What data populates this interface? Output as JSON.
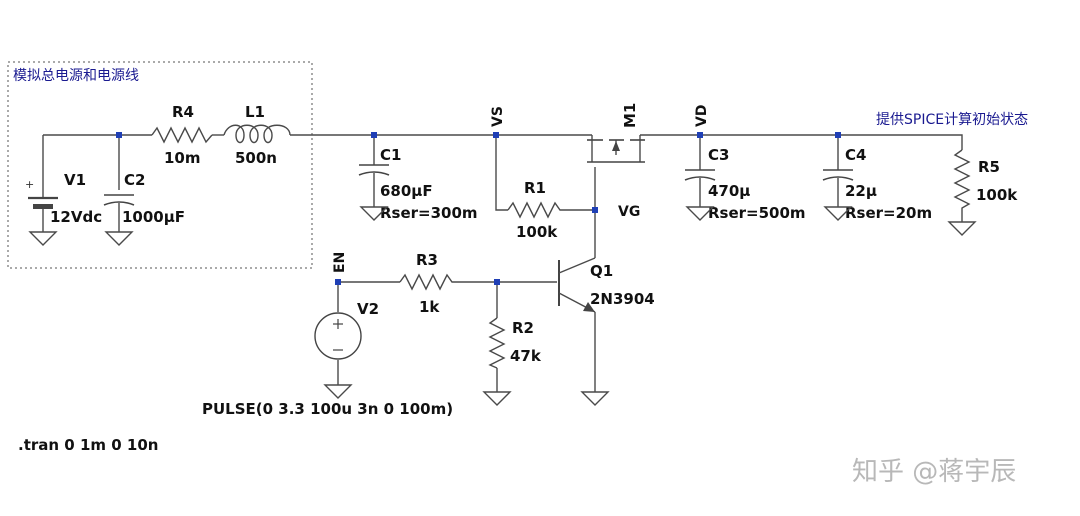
{
  "annotations": {
    "box_title": "模拟总电源和电源线",
    "init_note": "提供SPICE计算初始状态",
    "tran_cmd": ".tran 0 1m 0 10n",
    "pulse_def": "PULSE(0 3.3 100u 3n 0 100m)"
  },
  "nets": {
    "vs": "VS",
    "vd": "VD",
    "vg": "VG",
    "en": "EN"
  },
  "components": {
    "v1": {
      "name": "V1",
      "value": "12Vdc"
    },
    "c2": {
      "name": "C2",
      "value": "1000µF"
    },
    "r4": {
      "name": "R4",
      "value": "10m"
    },
    "l1": {
      "name": "L1",
      "value": "500n"
    },
    "c1": {
      "name": "C1",
      "value": "680µF",
      "rser": "Rser=300m"
    },
    "r1": {
      "name": "R1",
      "value": "100k"
    },
    "m1": {
      "name": "M1"
    },
    "c3": {
      "name": "C3",
      "value": "470µ",
      "rser": "Rser=500m"
    },
    "c4": {
      "name": "C4",
      "value": "22µ",
      "rser": "Rser=20m"
    },
    "r5": {
      "name": "R5",
      "value": "100k"
    },
    "v2": {
      "name": "V2"
    },
    "r3": {
      "name": "R3",
      "value": "1k"
    },
    "r2": {
      "name": "R2",
      "value": "47k"
    },
    "q1": {
      "name": "Q1",
      "value": "2N3904"
    }
  },
  "watermark": "知乎 @蒋宇辰",
  "colors": {
    "wire": "#4a4a4a",
    "junction": "#1f3fb5",
    "note_text": "#1a1a90",
    "watermark": "#b8b8b8"
  }
}
